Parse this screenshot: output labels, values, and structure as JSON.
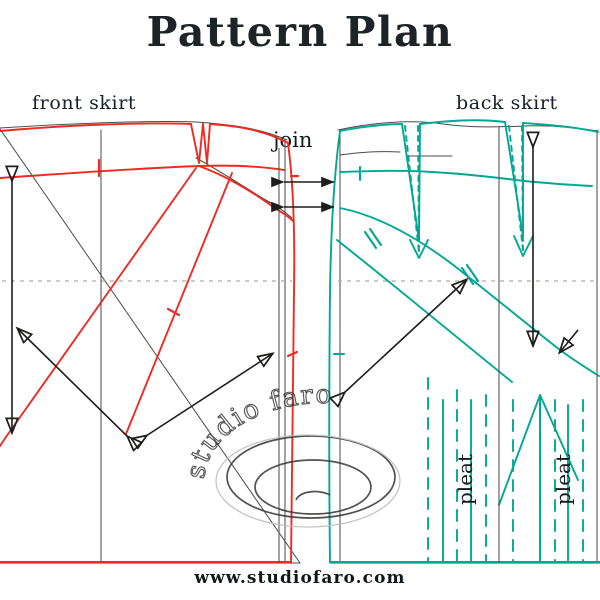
{
  "page": {
    "title": "Pattern Plan",
    "site_url": "www.studiofaro.com",
    "watermark": "studio faro",
    "background": "#ffffff"
  },
  "colors": {
    "front_panel_line": "#ee2a22",
    "back_panel_line": "#00a893",
    "draft_line": "#4a4a48",
    "arrow": "#1d1d1b",
    "guide_line": "#b0aca5",
    "text": "#17202a"
  },
  "labels": {
    "front_skirt": "front skirt",
    "back_skirt": "back skirt",
    "join": "join",
    "pleat_left": "pleat",
    "pleat_right": "pleat"
  },
  "diagram": {
    "type": "sewing-pattern-plan",
    "panels": [
      {
        "name": "front skirt",
        "color": "#ee2a22",
        "side": "left",
        "features": [
          "waistband",
          "waist dart",
          "diagonal style seam",
          "hip line",
          "hem"
        ]
      },
      {
        "name": "back skirt",
        "color": "#00a893",
        "side": "right",
        "features": [
          "waistband",
          "two waist darts",
          "diagonal yoke seam",
          "grainline",
          "pleat lines",
          "hip line",
          "hem"
        ]
      }
    ],
    "annotations": [
      {
        "name": "join",
        "kind": "double-arrow",
        "count": 2
      },
      {
        "name": "front-length",
        "kind": "double-arrow-vertical"
      },
      {
        "name": "back-grainline",
        "kind": "double-arrow-vertical"
      },
      {
        "name": "front-hip-spread",
        "kind": "double-arrow-diagonal",
        "count": 2
      },
      {
        "name": "back-seam-measure",
        "kind": "double-arrow-diagonal"
      },
      {
        "name": "hip-line",
        "kind": "dotted-horizontal-guide"
      }
    ]
  }
}
